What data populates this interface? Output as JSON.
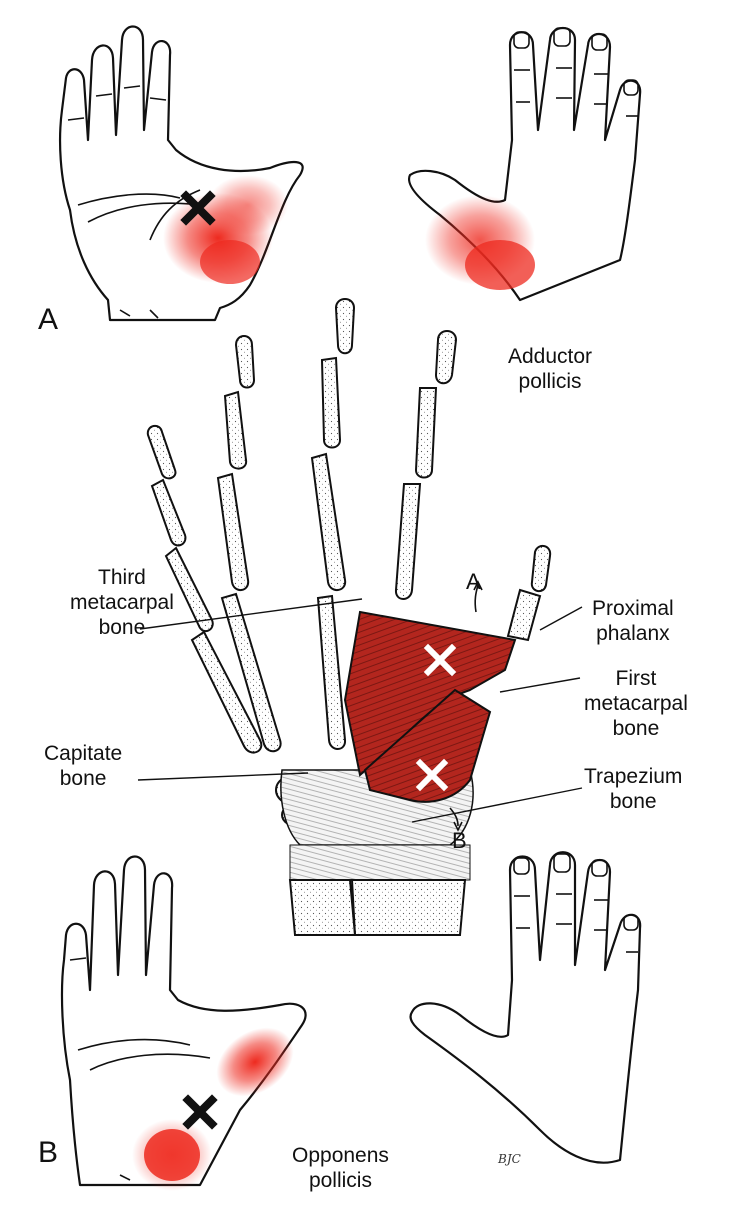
{
  "panels": {
    "a_label": "A",
    "b_label": "B",
    "a_muscle": [
      "Adductor",
      "pollicis"
    ],
    "b_muscle": [
      "Opponens",
      "pollicis"
    ]
  },
  "labels": {
    "third_metacarpal": [
      "Third",
      "metacarpal",
      "bone"
    ],
    "capitate": [
      "Capitate",
      "bone"
    ],
    "proximal_phalanx": [
      "Proximal",
      "phalanx"
    ],
    "first_metacarpal": [
      "First",
      "metacarpal",
      "bone"
    ],
    "trapezium": [
      "Trapezium",
      "bone"
    ]
  },
  "arrows": {
    "a": "A",
    "b": "B"
  },
  "signature": "BJC",
  "colors": {
    "pain_dot": "#ee2a1f",
    "muscle": "#b3261e",
    "outline": "#111111"
  }
}
